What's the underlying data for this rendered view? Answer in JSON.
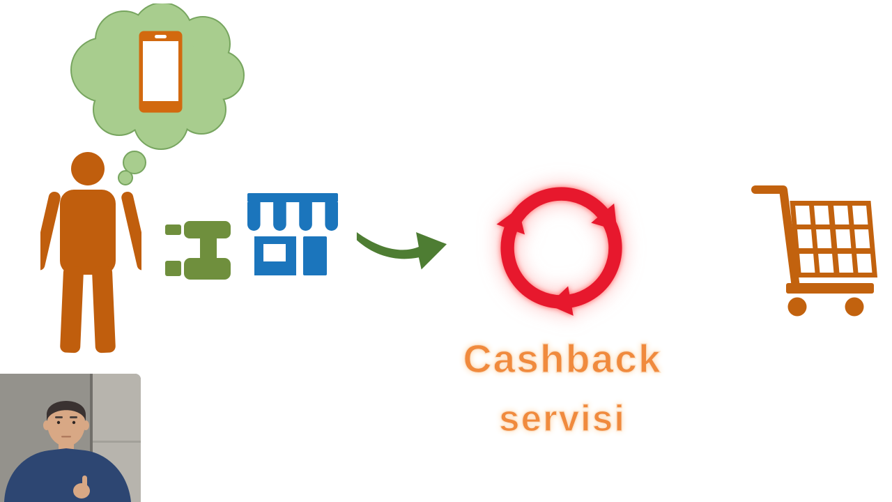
{
  "caption": {
    "line1": "Cashback",
    "line2": "servisi"
  },
  "colors": {
    "background": "#ffffff",
    "person": "#c05e0d",
    "thought_bubble_fill": "#a8cd8e",
    "thought_bubble_outline": "#77a55f",
    "phone_frame": "#d2690f",
    "binoculars": "#6f8f3d",
    "store": "#1b75bc",
    "flow_arrow": "#4e7d33",
    "cycle_arrows": "#e7182d",
    "cycle_glow": "#ff9d9d",
    "cart": "#c2620e",
    "caption_text": "#f08a3d",
    "caption_outline": "#fbe3cb",
    "webcam_wall": "#94928c",
    "webcam_wall_light": "#b7b4ad",
    "webcam_sweater": "#2d4672",
    "webcam_skin": "#d8a885",
    "webcam_hair": "#3a3231"
  },
  "icons": {
    "thought_bubble": "thought-bubble",
    "smartphone": "smartphone",
    "person": "standing-person",
    "binoculars": "binoculars",
    "storefront": "storefront",
    "flow_arrow": "curved-arrow-right",
    "cycle": "circular-arrows-cycle",
    "cart": "shopping-cart",
    "webcam": "presenter-webcam"
  }
}
